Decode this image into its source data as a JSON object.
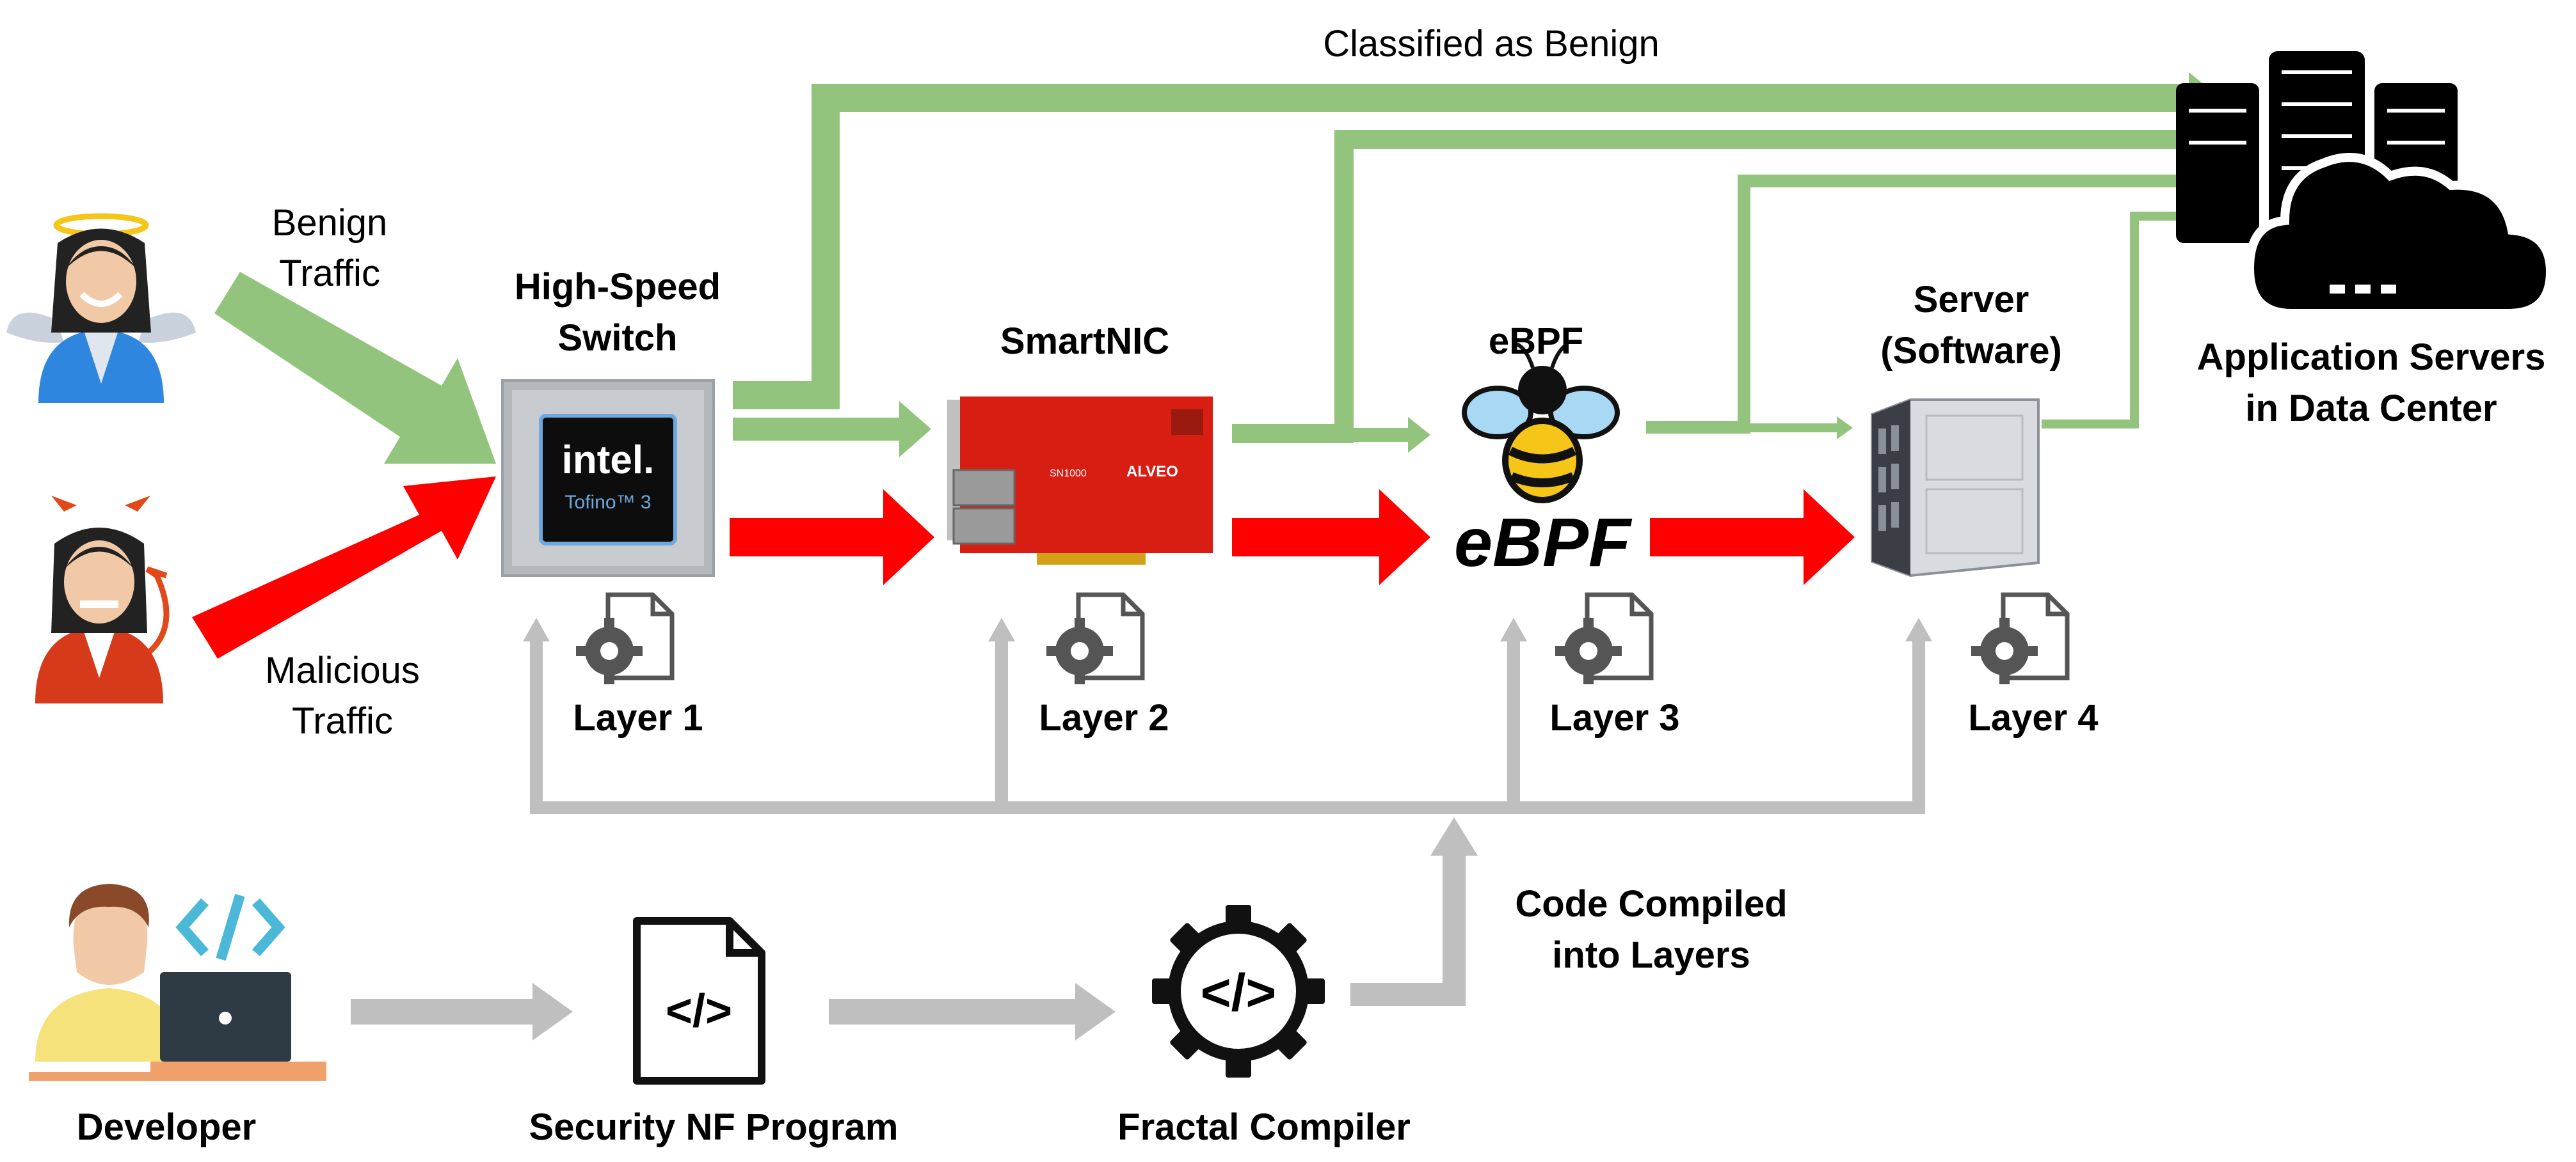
{
  "labels": {
    "classified_as_benign": "Classified as Benign",
    "benign_traffic": [
      "Benign",
      "Traffic"
    ],
    "malicious_traffic": [
      "Malicious",
      "Traffic"
    ],
    "switch_title": [
      "High-Speed",
      "Switch"
    ],
    "smartnic_title": "SmartNIC",
    "ebpf_title": "eBPF",
    "server_title": [
      "Server",
      "(Software)"
    ],
    "app_servers": [
      "Application Servers",
      "in Data Center"
    ],
    "layers": [
      "Layer 1",
      "Layer 2",
      "Layer 3",
      "Layer 4"
    ],
    "code_compiled": [
      "Code Compiled",
      "into Layers"
    ],
    "developer": "Developer",
    "security_nf_program": "Security NF Program",
    "fractal_compiler": "Fractal Compiler"
  },
  "device_text": {
    "chip_brand": "intel.",
    "chip_model": "Tofino™ 3",
    "nic_model": "SN1000",
    "nic_brand": "ALVEO",
    "ebpf_logo": "eBPF",
    "code_symbol": "</>"
  },
  "colors": {
    "benign": "#93c47d",
    "malicious": "#ff0000",
    "control": "#bfbfbf",
    "text": "#000000"
  },
  "icons": {
    "benign_user": "angel-user-icon",
    "malicious_user": "devil-user-icon",
    "switch": "tofino-switch-chip-icon",
    "smartnic": "smartnic-card-icon",
    "ebpf": "ebpf-bee-icon",
    "server": "blade-server-icon",
    "app_servers": "datacenter-cloud-icon",
    "layer_config": "gear-document-icon",
    "developer": "developer-laptop-icon",
    "program": "code-file-icon",
    "compiler": "code-gear-icon"
  }
}
